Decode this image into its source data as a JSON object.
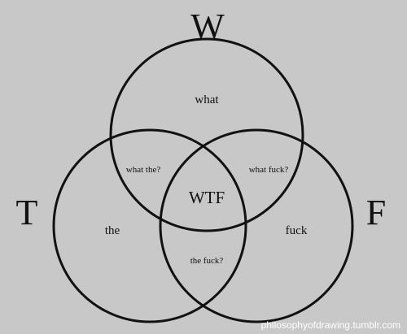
{
  "diagram": {
    "set_labels": {
      "w": "W",
      "t": "T",
      "f": "F"
    },
    "regions": {
      "w_only": "what",
      "t_only": "the",
      "f_only": "fuck",
      "w_t": "what the?",
      "w_f": "what fuck?",
      "t_f": "the fuck?",
      "all": "WTF"
    }
  },
  "watermark": "philosophyofdrawing.tumblr.com",
  "colors": {
    "background": "#c8c8c8",
    "stroke": "#111111",
    "text": "#111111",
    "watermark": "#ffffff"
  }
}
